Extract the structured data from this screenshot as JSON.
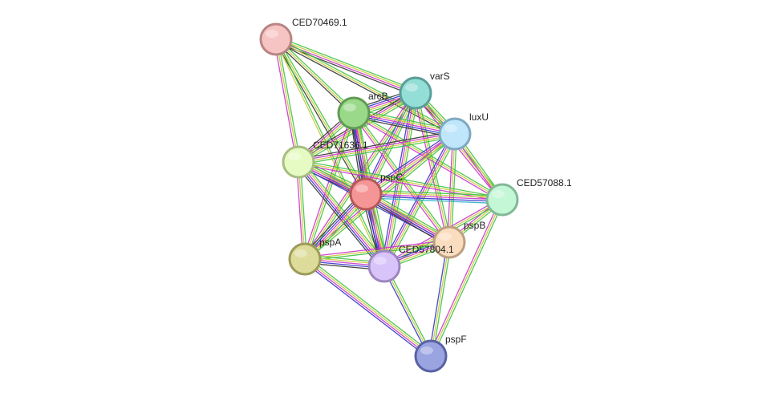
{
  "nodes": [
    {
      "id": "CED70469.1",
      "label": "CED70469.1",
      "fill": "#f7c4c4",
      "stroke": "#b98484"
    },
    {
      "id": "varS",
      "label": "varS",
      "fill": "#93ded6",
      "stroke": "#5a9e97"
    },
    {
      "id": "arcB",
      "label": "arcB",
      "fill": "#9ad98a",
      "stroke": "#5f9b54"
    },
    {
      "id": "luxU",
      "label": "luxU",
      "fill": "#bfe6fa",
      "stroke": "#7fa9c2"
    },
    {
      "id": "CED71636.1",
      "label": "CED71636.1",
      "fill": "#e6fac4",
      "stroke": "#a8bd83"
    },
    {
      "id": "pspC",
      "label": "pspC",
      "fill": "#f59595",
      "stroke": "#b55858"
    },
    {
      "id": "CED57088.1",
      "label": "CED57088.1",
      "fill": "#c4f7d6",
      "stroke": "#83b896"
    },
    {
      "id": "pspB",
      "label": "pspB",
      "fill": "#fadcbf",
      "stroke": "#bc9f80"
    },
    {
      "id": "pspA",
      "label": "pspA",
      "fill": "#dedc9a",
      "stroke": "#9d9b57"
    },
    {
      "id": "CED57804.1",
      "label": "CED57804.1",
      "fill": "#d9c4fa",
      "stroke": "#9d86c0"
    },
    {
      "id": "pspF",
      "label": "pspF",
      "fill": "#9aa4e0",
      "stroke": "#5962a3"
    }
  ],
  "edge_colors": {
    "green": "#3ec23e",
    "yellow": "#c9c93a",
    "magenta": "#cc33cc",
    "blue": "#3333cc",
    "black": "#333333",
    "cyan": "#33b5cc"
  },
  "edges": [
    {
      "source": "CED70469.1",
      "target": "varS",
      "types": [
        "green",
        "yellow",
        "magenta",
        "black"
      ]
    },
    {
      "source": "CED70469.1",
      "target": "arcB",
      "types": [
        "green",
        "yellow",
        "black"
      ]
    },
    {
      "source": "CED70469.1",
      "target": "luxU",
      "types": [
        "green",
        "yellow",
        "black"
      ]
    },
    {
      "source": "CED70469.1",
      "target": "CED71636.1",
      "types": [
        "green",
        "yellow",
        "magenta"
      ]
    },
    {
      "source": "CED70469.1",
      "target": "pspC",
      "types": [
        "green",
        "yellow",
        "black"
      ]
    },
    {
      "source": "CED70469.1",
      "target": "CED57804.1",
      "types": [
        "green",
        "yellow"
      ]
    },
    {
      "source": "varS",
      "target": "arcB",
      "types": [
        "green",
        "yellow",
        "magenta",
        "blue",
        "black"
      ]
    },
    {
      "source": "varS",
      "target": "luxU",
      "types": [
        "green",
        "yellow",
        "magenta",
        "black"
      ]
    },
    {
      "source": "varS",
      "target": "CED71636.1",
      "types": [
        "green",
        "yellow",
        "magenta",
        "black"
      ]
    },
    {
      "source": "varS",
      "target": "pspC",
      "types": [
        "green",
        "yellow",
        "magenta",
        "blue"
      ]
    },
    {
      "source": "varS",
      "target": "CED57088.1",
      "types": [
        "green",
        "yellow",
        "magenta"
      ]
    },
    {
      "source": "varS",
      "target": "pspB",
      "types": [
        "green",
        "yellow",
        "magenta"
      ]
    },
    {
      "source": "varS",
      "target": "CED57804.1",
      "types": [
        "green",
        "yellow",
        "magenta",
        "blue"
      ]
    },
    {
      "source": "varS",
      "target": "pspA",
      "types": [
        "green",
        "yellow",
        "magenta"
      ]
    },
    {
      "source": "arcB",
      "target": "luxU",
      "types": [
        "green",
        "yellow",
        "magenta",
        "blue",
        "black"
      ]
    },
    {
      "source": "arcB",
      "target": "CED71636.1",
      "types": [
        "green",
        "yellow",
        "magenta",
        "black"
      ]
    },
    {
      "source": "arcB",
      "target": "pspC",
      "types": [
        "green",
        "yellow",
        "magenta",
        "blue",
        "black"
      ]
    },
    {
      "source": "arcB",
      "target": "CED57088.1",
      "types": [
        "green",
        "yellow",
        "magenta"
      ]
    },
    {
      "source": "arcB",
      "target": "pspB",
      "types": [
        "green",
        "yellow",
        "magenta"
      ]
    },
    {
      "source": "arcB",
      "target": "CED57804.1",
      "types": [
        "green",
        "yellow",
        "magenta",
        "blue",
        "black"
      ]
    },
    {
      "source": "arcB",
      "target": "pspA",
      "types": [
        "green",
        "yellow",
        "magenta"
      ]
    },
    {
      "source": "luxU",
      "target": "CED71636.1",
      "types": [
        "green",
        "yellow",
        "magenta",
        "black"
      ]
    },
    {
      "source": "luxU",
      "target": "pspC",
      "types": [
        "green",
        "yellow",
        "magenta",
        "blue"
      ]
    },
    {
      "source": "luxU",
      "target": "CED57088.1",
      "types": [
        "green",
        "yellow",
        "magenta"
      ]
    },
    {
      "source": "luxU",
      "target": "pspB",
      "types": [
        "green",
        "yellow",
        "magenta"
      ]
    },
    {
      "source": "luxU",
      "target": "CED57804.1",
      "types": [
        "green",
        "yellow",
        "magenta",
        "blue"
      ]
    },
    {
      "source": "luxU",
      "target": "pspA",
      "types": [
        "green",
        "yellow",
        "magenta"
      ]
    },
    {
      "source": "CED71636.1",
      "target": "pspC",
      "types": [
        "green",
        "yellow",
        "magenta",
        "blue",
        "black"
      ]
    },
    {
      "source": "CED71636.1",
      "target": "CED57088.1",
      "types": [
        "green",
        "yellow",
        "magenta"
      ]
    },
    {
      "source": "CED71636.1",
      "target": "pspB",
      "types": [
        "green",
        "yellow",
        "magenta",
        "blue"
      ]
    },
    {
      "source": "CED71636.1",
      "target": "CED57804.1",
      "types": [
        "green",
        "yellow",
        "magenta",
        "blue",
        "black"
      ]
    },
    {
      "source": "CED71636.1",
      "target": "pspA",
      "types": [
        "green",
        "yellow",
        "magenta"
      ]
    },
    {
      "source": "pspC",
      "target": "CED57088.1",
      "types": [
        "green",
        "yellow",
        "magenta",
        "blue",
        "cyan"
      ]
    },
    {
      "source": "pspC",
      "target": "pspB",
      "types": [
        "green",
        "yellow",
        "magenta",
        "blue",
        "black"
      ]
    },
    {
      "source": "pspC",
      "target": "CED57804.1",
      "types": [
        "green",
        "yellow",
        "magenta",
        "blue",
        "black"
      ]
    },
    {
      "source": "pspC",
      "target": "pspA",
      "types": [
        "green",
        "yellow",
        "magenta",
        "blue",
        "black"
      ]
    },
    {
      "source": "CED57088.1",
      "target": "pspB",
      "types": [
        "green",
        "yellow",
        "magenta"
      ]
    },
    {
      "source": "CED57088.1",
      "target": "CED57804.1",
      "types": [
        "green",
        "yellow",
        "magenta"
      ]
    },
    {
      "source": "CED57088.1",
      "target": "pspF",
      "types": [
        "green",
        "yellow",
        "magenta"
      ]
    },
    {
      "source": "pspB",
      "target": "CED57804.1",
      "types": [
        "green",
        "yellow",
        "magenta",
        "blue"
      ]
    },
    {
      "source": "pspB",
      "target": "pspA",
      "types": [
        "green",
        "yellow",
        "magenta"
      ]
    },
    {
      "source": "pspB",
      "target": "pspF",
      "types": [
        "green",
        "yellow",
        "blue"
      ]
    },
    {
      "source": "pspA",
      "target": "CED57804.1",
      "types": [
        "green",
        "yellow",
        "magenta",
        "blue",
        "black"
      ]
    },
    {
      "source": "pspA",
      "target": "pspF",
      "types": [
        "green",
        "yellow",
        "magenta",
        "blue"
      ]
    },
    {
      "source": "CED57804.1",
      "target": "pspF",
      "types": [
        "green",
        "yellow",
        "blue"
      ]
    }
  ]
}
